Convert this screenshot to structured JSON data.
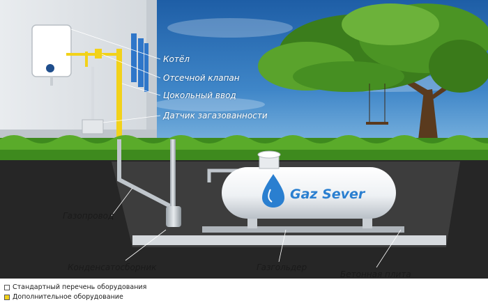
{
  "labels": {
    "boiler": "Котёл",
    "shutoff_valve": "Отсечной клапан",
    "plinth_inlet": "Цокольный ввод",
    "gas_sensor": "Датчик загазованности",
    "gas_pipeline": "Газопровод",
    "condensate_collector": "Конденсатосборник",
    "gas_holder": "Газгольдер",
    "concrete_slab": "Бетонная плита"
  },
  "brand": "Gaz Sever",
  "legend": [
    {
      "label": "Стандартный перечень оборудования",
      "color": "#ffffff"
    },
    {
      "label": "Дополнительное оборудование",
      "color": "#f2d21a"
    }
  ],
  "colors": {
    "sky": "#2a6fb3",
    "grass": "#3e8a1e",
    "soil": "#262626",
    "accent_yellow": "#f2d21a",
    "tank_white": "#f4f6f8",
    "brand_blue": "#2a7fd0"
  }
}
